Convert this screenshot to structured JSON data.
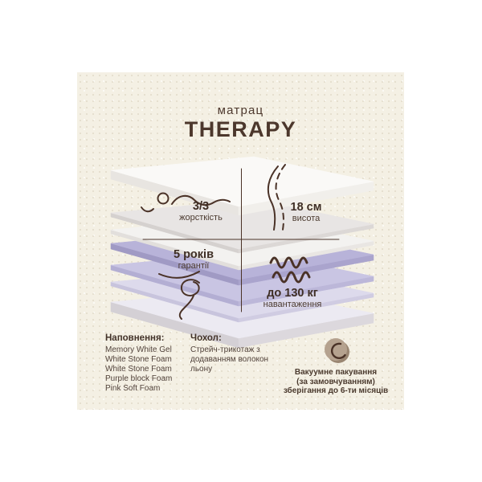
{
  "header": {
    "subtitle": "матрац",
    "title": "THERAPY"
  },
  "diagram": {
    "annotations": {
      "firmness": {
        "value": "3/3",
        "label": "жорсткість"
      },
      "height": {
        "value": "18 см",
        "label": "висота"
      },
      "warranty": {
        "value": "5 років",
        "label": "гарантії"
      },
      "load": {
        "value": "до 130 кг",
        "label": "навантаження"
      }
    },
    "layers": [
      {
        "name": "top-cover",
        "top": "#faf9f7",
        "left": "#e8e5e1",
        "right": "#f1efeb"
      },
      {
        "name": "memory-white-gel",
        "top": "#e8e5e4",
        "left": "#d5d1cf",
        "right": "#dcd8d6"
      },
      {
        "name": "white-stone-foam",
        "top": "#f3f2f0",
        "left": "#e2dfdc",
        "right": "#e9e6e3"
      },
      {
        "name": "purple-block-foam",
        "top": "#b8b3d9",
        "left": "#a09ac4",
        "right": "#aaa4cd"
      },
      {
        "name": "white-stone-foam-2",
        "top": "#c9c5e3",
        "left": "#b3aed3",
        "right": "#bcb7d9"
      },
      {
        "name": "pink-soft-foam",
        "top": "#dddaec",
        "left": "#c8c4dd",
        "right": "#d0cce2"
      },
      {
        "name": "base-layer",
        "top": "#eceaf2",
        "left": "#d4d0d5",
        "right": "#dcd8dd"
      }
    ]
  },
  "filling": {
    "title": "Наповнення:",
    "items": [
      "Memory White Gel",
      "White Stone Foam",
      "White Stone Foam",
      "Purple block Foam",
      "Pink Soft Foam"
    ]
  },
  "cover": {
    "title": "Чохол:",
    "lines": [
      "Стрейч-трикотаж з",
      "додаванням волокон",
      "льону"
    ]
  },
  "packaging": {
    "icon": "vacuum-roll-icon",
    "lines": [
      "Вакуумне пакування",
      "(за замовчуванням)",
      "зберігання до 6-ти місяців"
    ]
  },
  "colors": {
    "background": "#ffffff",
    "panel": "#f4f0e4",
    "ink": "#4a3227",
    "title": "#4c372c",
    "text": "#4a3a30",
    "roll": "#b5a28f",
    "roll_shadow": "#9a8672"
  }
}
